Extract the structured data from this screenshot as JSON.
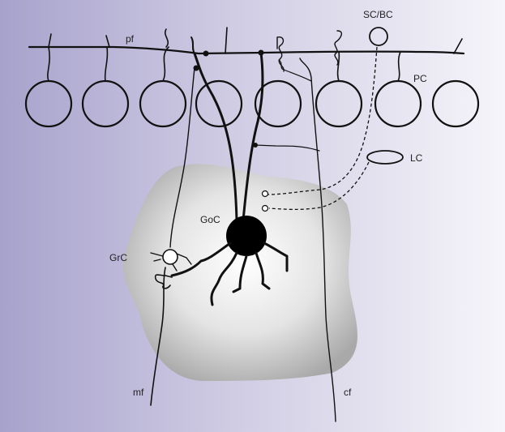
{
  "labels": {
    "parallel_fiber": "pf",
    "stellate_basket_cell": "SC/BC",
    "purkinje_cell": "PC",
    "lugaro_cell": "LC",
    "golgi_cell": "GoC",
    "granule_cell": "GrC",
    "mossy_fiber": "mf",
    "climbing_fiber": "cf"
  },
  "colors": {
    "background_left": "#a7a2cc",
    "background_right": "#f6f5fa",
    "granular_layer_edge": "#a9a9a9",
    "granular_layer_center": "#ffffff",
    "ink": "#111111"
  },
  "purkinje_cell_count": 8
}
